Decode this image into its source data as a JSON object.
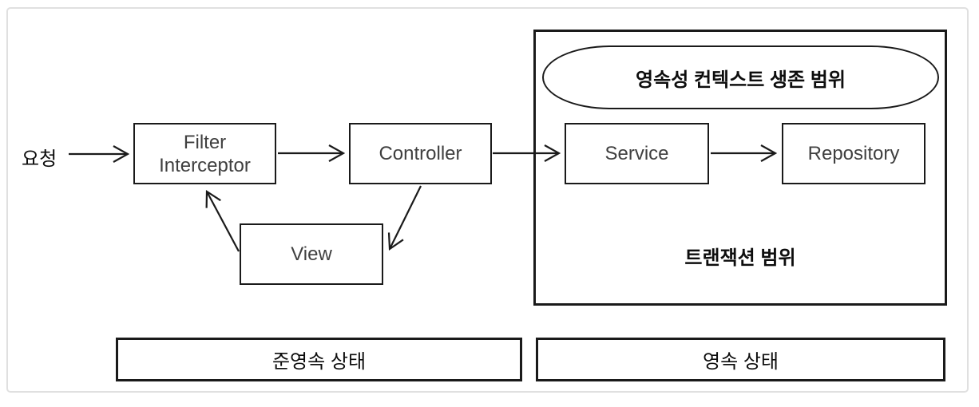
{
  "diagram": {
    "request_label": "요청",
    "nodes": {
      "filter_interceptor": {
        "line1": "Filter",
        "line2": "Interceptor"
      },
      "controller": {
        "label": "Controller"
      },
      "view": {
        "label": "View"
      },
      "service": {
        "label": "Service"
      },
      "repository": {
        "label": "Repository"
      }
    },
    "transaction_region": {
      "persistence_context_label": "영속성 컨텍스트 생존 범위",
      "transaction_scope_label": "트랜잭션 범위"
    },
    "state_bands": {
      "detached_label": "준영속 상태",
      "persistent_label": "영속 상태"
    },
    "edges": [
      {
        "from": "request",
        "to": "filter_interceptor"
      },
      {
        "from": "filter_interceptor",
        "to": "controller"
      },
      {
        "from": "controller",
        "to": "view"
      },
      {
        "from": "view",
        "to": "filter_interceptor"
      },
      {
        "from": "controller",
        "to": "service"
      },
      {
        "from": "service",
        "to": "repository"
      }
    ],
    "colors": {
      "background": "#ffffff",
      "frame_border": "#e0e0e0",
      "box_border": "#1a1a1a",
      "node_text": "#3f3f3f",
      "korean_text": "#0d0d0d"
    }
  }
}
